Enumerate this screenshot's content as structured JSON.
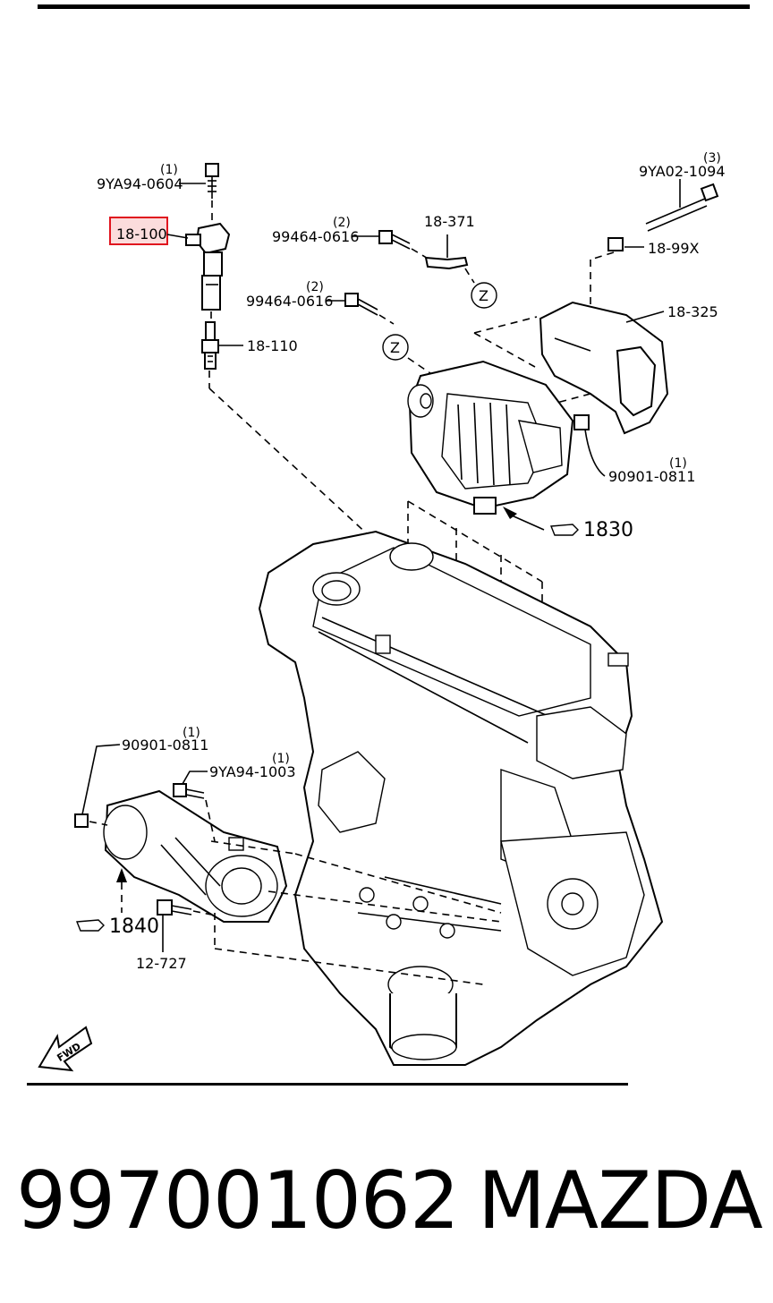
{
  "callouts": {
    "bolt_top": {
      "part": "9YA94-0604",
      "qty": "(1)"
    },
    "coil": {
      "part": "18-100"
    },
    "plug": {
      "part": "18-110"
    },
    "bolt_a": {
      "part": "99464-0616",
      "qty": "(2)"
    },
    "bolt_b": {
      "part": "99464-0616",
      "qty": "(2)"
    },
    "bracket": {
      "part": "18-371"
    },
    "long_bolt": {
      "part": "9YA02-1094",
      "qty": "(3)"
    },
    "nut_clip": {
      "part": "18-99X"
    },
    "cover": {
      "part": "18-325"
    },
    "nut_alt": {
      "part": "90901-0811",
      "qty": "(1)"
    },
    "alt_ref": {
      "ref": "1830"
    },
    "nut_starter": {
      "part": "90901-0811",
      "qty": "(1)"
    },
    "bolt_starter": {
      "part": "9YA94-1003",
      "qty": "(1)"
    },
    "starter_ref": {
      "ref": "1840"
    },
    "bolt_low": {
      "part": "12-727"
    },
    "z_upper": {
      "text": "Z"
    },
    "z_lower": {
      "text": "Z"
    },
    "fwd": {
      "text": "FWD"
    }
  },
  "highlight_color": "#e0141e",
  "footer": {
    "part_number": "997001062",
    "brand": "MAZDA"
  }
}
